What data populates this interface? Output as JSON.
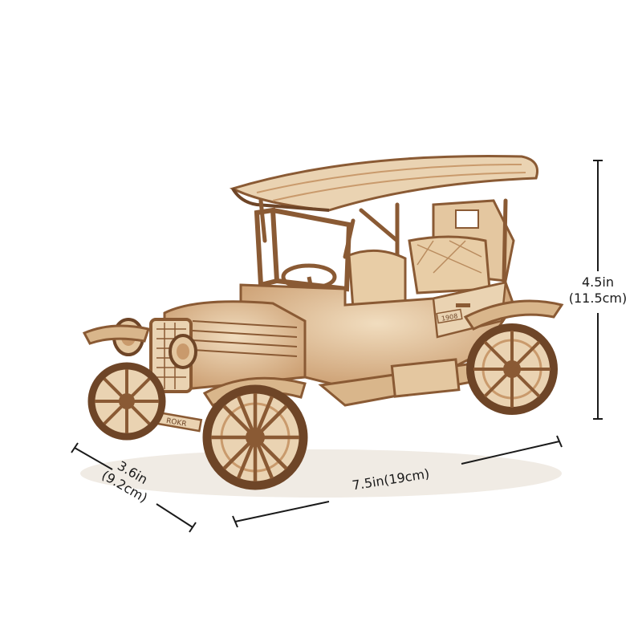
{
  "dimensions": {
    "height": {
      "line1": "4.5in",
      "line2": "(11.5cm)"
    },
    "width": {
      "text": "7.5in(19cm)"
    },
    "depth": {
      "line1": "3.6in",
      "line2": "(9.2cm)"
    }
  },
  "plate_text": "1908",
  "front_plate_text": "ROKR",
  "colors": {
    "background": "#ffffff",
    "wood_light": "#ead3b2",
    "wood_mid": "#c99a6c",
    "wood_dark": "#8a5a34",
    "wood_shadow": "#6e4527",
    "dimension_line": "#1a1a1a"
  }
}
